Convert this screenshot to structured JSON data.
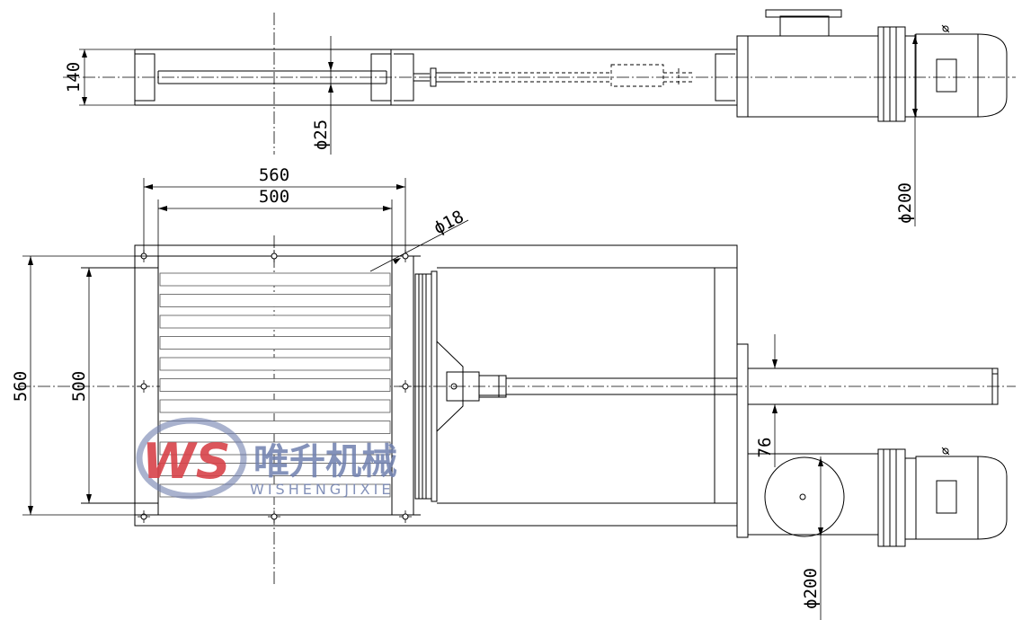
{
  "top_view": {
    "dim_height": "140",
    "dim_shaft": "ϕ25",
    "dim_motor": "ϕ200"
  },
  "front_view": {
    "dim_width_outer": "560",
    "dim_width_inner": "500",
    "dim_hole": "ϕ18",
    "dim_height_outer": "560",
    "dim_height_inner": "500",
    "dim_offset": "76",
    "dim_motor": "ϕ200"
  },
  "watermark": {
    "logo_letters": "WS",
    "cn_name": "唯升机械",
    "en_name": "WISHENGJIXIE",
    "colors": {
      "red": "#d8434a",
      "blue": "#6f7fae"
    }
  }
}
